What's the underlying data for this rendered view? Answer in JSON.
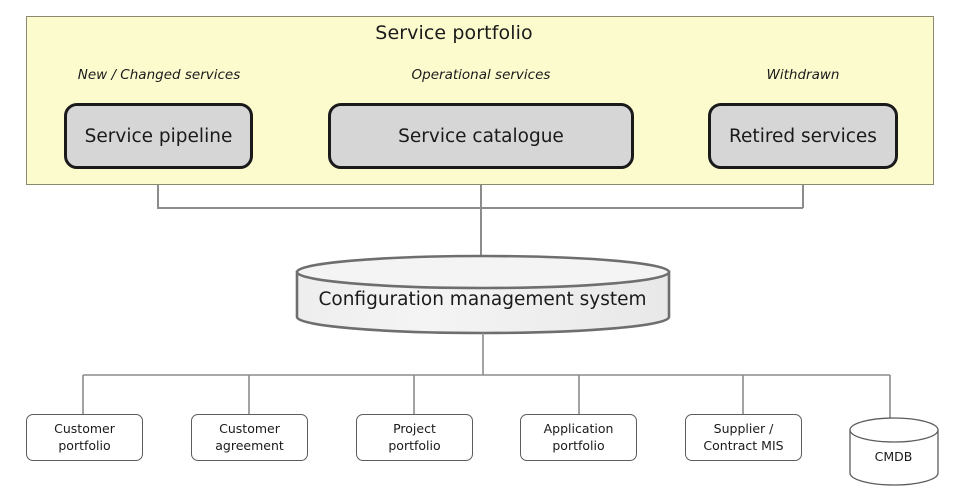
{
  "diagram": {
    "title": "Service portfolio",
    "portfolio": {
      "panel_label": "Service portfolio",
      "panel_color": "#fcfbce",
      "panel_border": "#8a8a70",
      "captions": [
        {
          "id": "new-changed",
          "text": "New / Changed services"
        },
        {
          "id": "operational",
          "text": "Operational services"
        },
        {
          "id": "withdrawn",
          "text": "Withdrawn"
        }
      ],
      "stages": [
        {
          "id": "service-pipeline",
          "label": "Service pipeline",
          "fill": "#d6d6d6",
          "stroke": "#1a1a1a"
        },
        {
          "id": "service-catalogue",
          "label": "Service catalogue",
          "fill": "#d6d6d6",
          "stroke": "#1a1a1a"
        },
        {
          "id": "retired-services",
          "label": "Retired services",
          "fill": "#d6d6d6",
          "stroke": "#1a1a1a"
        }
      ],
      "flow_arrows": [
        {
          "from": "service-pipeline",
          "to": "service-catalogue"
        },
        {
          "from": "service-catalogue",
          "to": "retired-services"
        }
      ]
    },
    "cms": {
      "label": "Configuration management system",
      "shape": "cylinder",
      "fill": "#f0f0f0",
      "stroke": "#6e6e6e"
    },
    "cmdb": {
      "label": "CMDB",
      "shape": "cylinder",
      "fill": "#ffffff",
      "stroke": "#5c5c5c"
    },
    "data_sources": [
      {
        "id": "customer-portfolio",
        "line1": "Customer",
        "line2": "portfolio"
      },
      {
        "id": "customer-agreement",
        "line1": "Customer",
        "line2": "agreement"
      },
      {
        "id": "project-portfolio",
        "line1": "Project",
        "line2": "portfolio"
      },
      {
        "id": "application-portfolio",
        "line1": "Application",
        "line2": "portfolio"
      },
      {
        "id": "supplier-contract-mis",
        "line1": "Supplier /",
        "line2": "Contract MIS"
      }
    ],
    "connector_color": "#8c8c8c",
    "arrow_color": "#7a7a6e"
  }
}
